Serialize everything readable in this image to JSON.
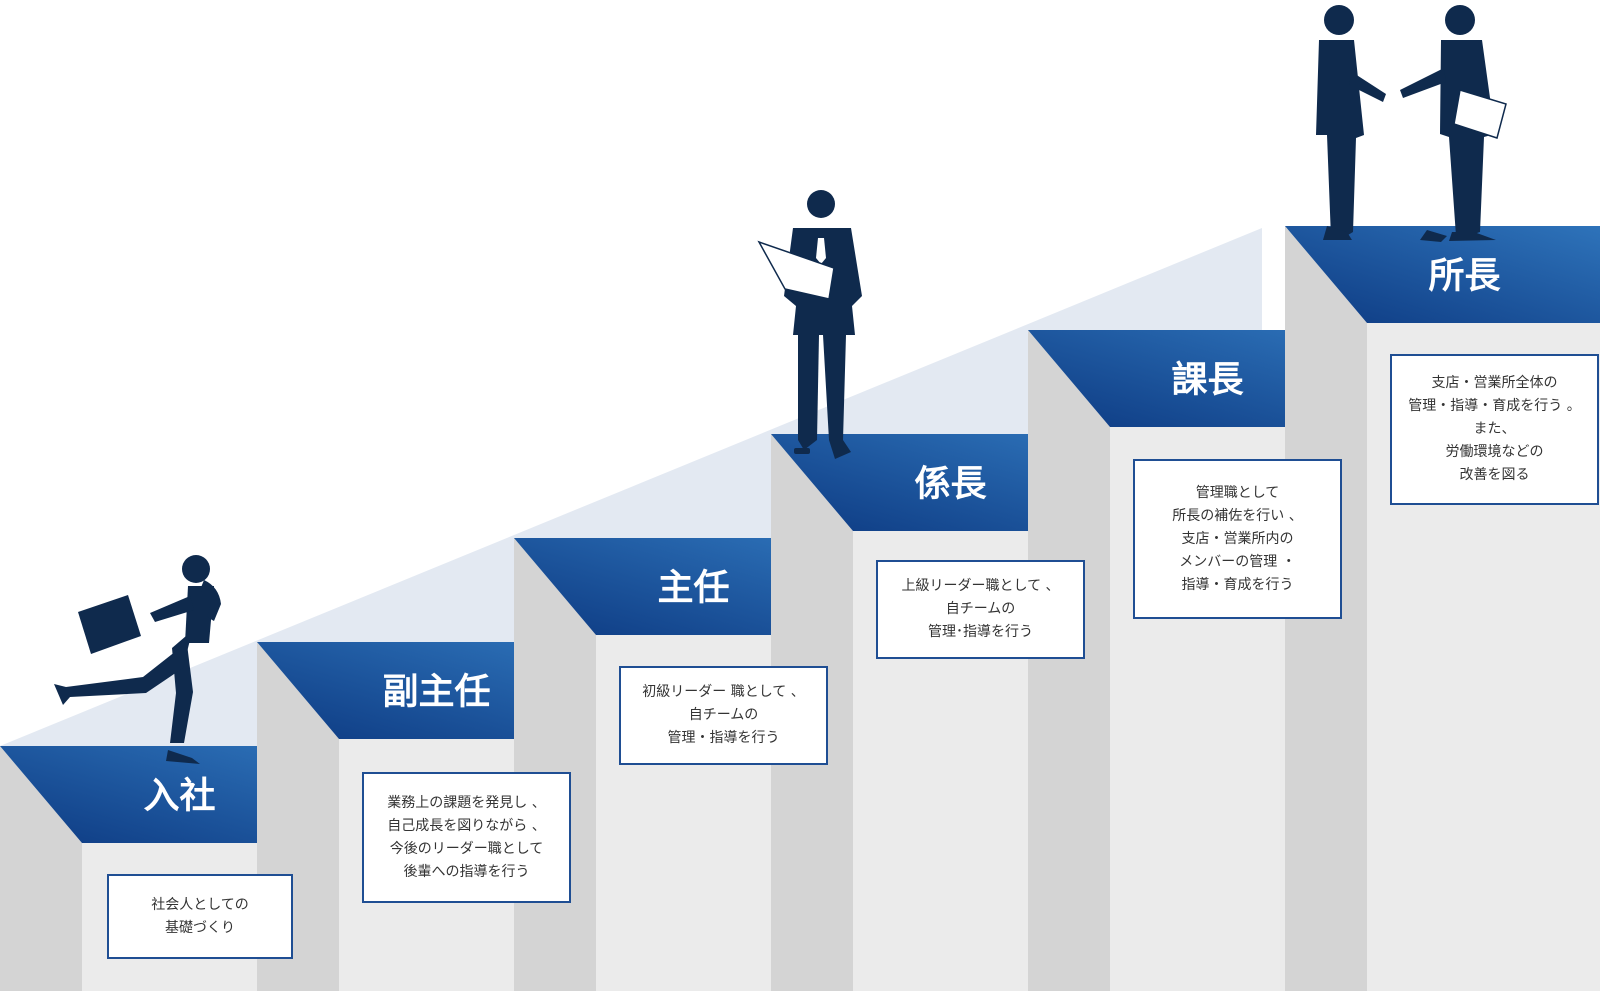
{
  "steps": [
    {
      "title": "入社",
      "description": [
        "社会人としての",
        "基礎づくり"
      ]
    },
    {
      "title": "副主任",
      "description": [
        "業務上の課題を発見し 、",
        "自己成長を図りながら 、",
        "今後のリーダー職として",
        "後輩への指導を行う"
      ]
    },
    {
      "title": "主任",
      "description": [
        "初級リーダー 職として 、",
        "自チームの",
        "管理・指導を行う"
      ]
    },
    {
      "title": "係長",
      "description": [
        "上級リーダー職として 、",
        "自チームの",
        "管理･指導を行う"
      ]
    },
    {
      "title": "課長",
      "description": [
        "管理職として",
        "所長の補佐を行い 、",
        "支店・営業所内の",
        "メンバーの管理 ・",
        "指導・育成を行う"
      ]
    },
    {
      "title": "所長",
      "description": [
        "支店・営業所全体の",
        "管理・指導・育成を行う 。",
        "また、",
        "労働環境などの",
        "改善を図る"
      ]
    }
  ],
  "figures": [
    {
      "icon": "running-businessman-icon",
      "step": 0
    },
    {
      "icon": "reading-businessman-icon",
      "step": 3
    },
    {
      "icon": "handshake-businessmen-icon",
      "step": 5
    }
  ],
  "colors": {
    "step_top_dark": "#0d3a82",
    "step_top_light": "#2e73ba",
    "step_front": "#ebebeb",
    "step_side": "#d4d4d4",
    "backdrop": "#e3e9f2",
    "silhouette": "#0f2a4d",
    "box_border": "#1f4e93"
  }
}
